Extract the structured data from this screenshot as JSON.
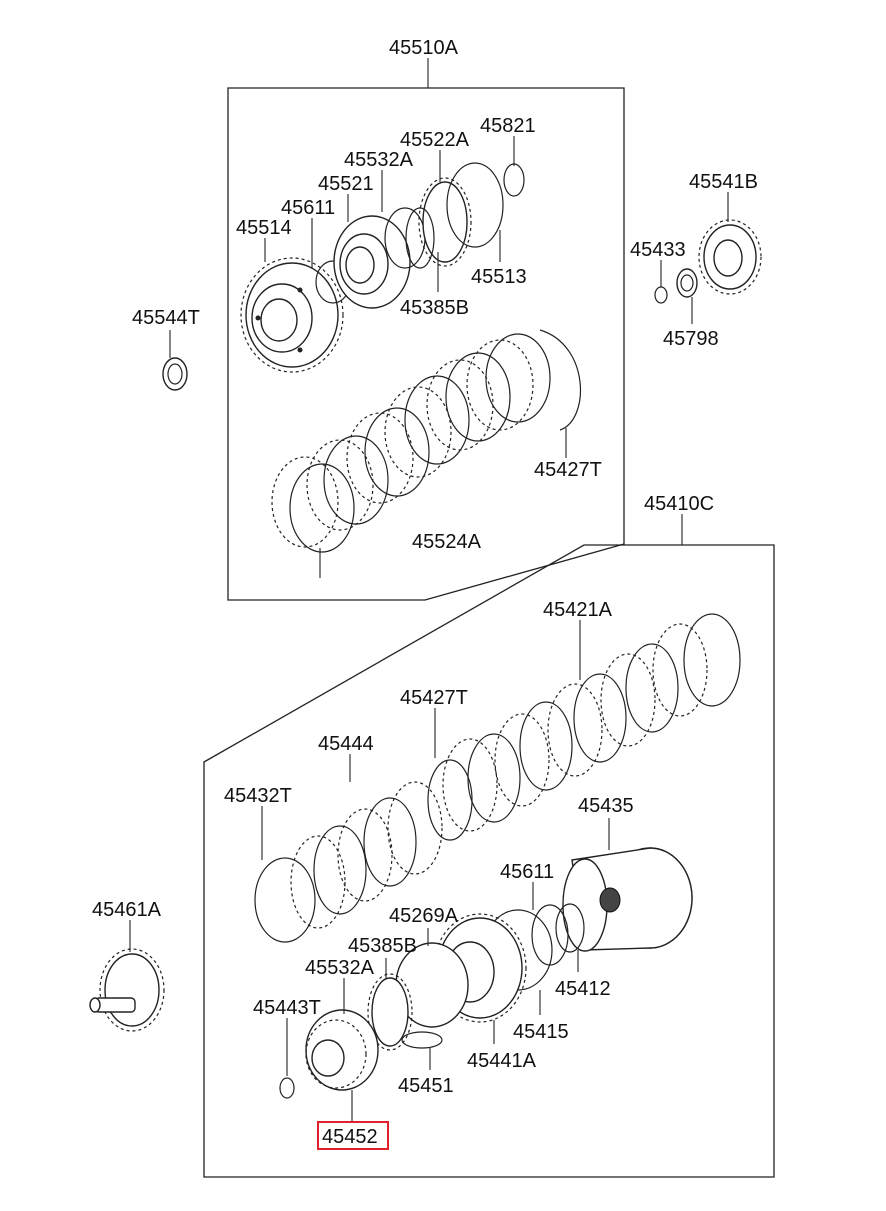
{
  "labels": {
    "l45510A": "45510A",
    "l45821": "45821",
    "l45522A": "45522A",
    "l45532A_top": "45532A",
    "l45521": "45521",
    "l45611_top": "45611",
    "l45514": "45514",
    "l45513": "45513",
    "l45385B_top": "45385B",
    "l45544T": "45544T",
    "l45541B": "45541B",
    "l45433": "45433",
    "l45798": "45798",
    "l45427T_top": "45427T",
    "l45524A": "45524A",
    "l45410C": "45410C",
    "l45421A": "45421A",
    "l45427T_mid": "45427T",
    "l45444": "45444",
    "l45432T": "45432T",
    "l45435": "45435",
    "l45611_mid": "45611",
    "l45269A": "45269A",
    "l45385B_mid": "45385B",
    "l45532A_mid": "45532A",
    "l45461A": "45461A",
    "l45412": "45412",
    "l45443T": "45443T",
    "l45415": "45415",
    "l45441A": "45441A",
    "l45451": "45451",
    "l45452": "45452"
  },
  "highlight": {
    "part": "45452",
    "color": "#e0202a"
  }
}
